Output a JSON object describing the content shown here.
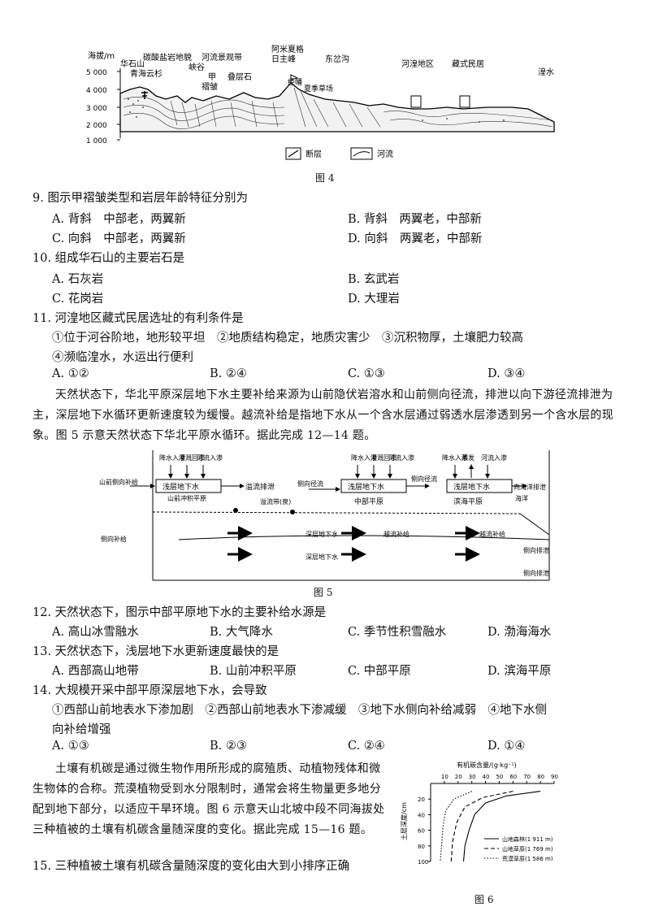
{
  "fig4": {
    "caption": "图 4",
    "axis_label": "海拔/m",
    "ticks": [
      "5 000",
      "4 000",
      "3 000",
      "2 000",
      "1 000"
    ],
    "labels": {
      "huashishan": "华石山",
      "qinghai_yunshan": "青海云杉",
      "carbonate": "碳酸盐岩地貌",
      "xiagu": "峡谷",
      "jia": "甲",
      "zhezhou": "褶皱",
      "river_view": "河流景观带",
      "dieceng": "叠层石",
      "amne": "阿米夏格",
      "rizhufeng": "日主峰",
      "jingfan": "经幡",
      "xiaji": "夏季草场",
      "dongpan": "东岔沟",
      "hehuang": "河湟地区",
      "zangshi": "藏式民居",
      "huangshui": "湟水"
    },
    "legend": {
      "fault": "断层",
      "river": "河流"
    }
  },
  "q9": {
    "stem": "9. 图示甲褶皱类型和岩层年龄特征分别为",
    "options": [
      "A. 背斜　中部老，两翼新",
      "B. 背斜　两翼老，中部新",
      "C. 向斜　中部老，两翼新",
      "D. 向斜　两翼老，中部新"
    ]
  },
  "q10": {
    "stem": "10. 组成华石山的主要岩石是",
    "options": [
      "A. 石灰岩",
      "B. 玄武岩",
      "C. 花岗岩",
      "D. 大理岩"
    ]
  },
  "q11": {
    "stem": "11. 河湟地区藏式民居选址的有利条件是",
    "line1": "①位于河谷阶地，地形较平坦　②地质结构稳定，地质灾害少　③沉积物厚，土壤肥力较高",
    "line2": "④濒临湟水，水运出行便利",
    "options": [
      "A. ①②",
      "B. ②④",
      "C. ①③",
      "D. ③④"
    ]
  },
  "passage2": "天然状态下，华北平原深层地下水主要补给来源为山前隐伏岩溶水和山前侧向径流，排泄以向下游径流排泄为主，深层地下水循环更新速度较为缓慢。越流补给是指地下水从一个含水层通过弱透水层渗透到另一个含水层的现象。图 5 示意天然状态下华北平原水循环。据此完成 12—14 题。",
  "fig5": {
    "caption": "图 5",
    "rain": "降水入渗",
    "irrigation": "灌溉回渗",
    "river": "河流入渗",
    "evap": "蒸发",
    "shallow": "浅层地下水",
    "overflow": "溢流排泄",
    "piedmont_inflow": "山前侧向补给",
    "alluvial": "山前冲积平原",
    "overflow_zone": "溢流带(泉)",
    "lateral_runoff": "侧向径流",
    "central": "中部平原",
    "coastal": "滨海平原",
    "sea_discharge": "向海洋排泄",
    "lateral_recharge": "侧向补给",
    "deep1": "深层地下水",
    "deep2": "深层地下水",
    "leakage": "越流补给",
    "lateral_discharge": "侧向排泄",
    "bottom_discharge": "侧向排泄",
    "sea": "海洋"
  },
  "q12": {
    "stem": "12. 天然状态下，图示中部平原地下水的主要补给水源是",
    "options": [
      "A. 高山冰雪融水",
      "B. 大气降水",
      "C. 季节性积雪融水",
      "D. 渤海海水"
    ]
  },
  "q13": {
    "stem": "13. 天然状态下，浅层地下水更新速度最快的是",
    "options": [
      "A. 西部高山地带",
      "B. 山前冲积平原",
      "C. 中部平原",
      "D. 滨海平原"
    ]
  },
  "q14": {
    "stem": "14. 大规模开采中部平原深层地下水，会导致",
    "line1": "①西部山前地表水下渗加剧　②西部山前地表水下渗减缓　③地下水侧向补给减弱　④地下水侧",
    "line2": "向补给增强",
    "options": [
      "A. ①③",
      "B. ②③",
      "C. ②④",
      "D. ①④"
    ]
  },
  "passage3": "土壤有机碳是通过微生物作用所形成的腐殖质、动植物残体和微生物体的合称。荒漠植物受到水分限制时，通常会将生物量更多地分配到地下部分，以适应干旱环境。图 6 示意天山北坡中段不同海拔处三种植被的土壤有机碳含量随深度的变化。据此完成 15—16 题。",
  "q15": {
    "stem": "15. 三种植被土壤有机碳含量随深度的变化由大到小排序正确"
  },
  "fig6": {
    "caption": "图 6",
    "chart_data": {
      "type": "line",
      "title": "",
      "xlabel": "有机碳含量/(g·kg⁻¹)",
      "ylabel": "土层深度/cm",
      "x_ticks": [
        "10",
        "20",
        "30",
        "40",
        "50",
        "60",
        "70",
        "80",
        "90"
      ],
      "y_ticks": [
        "20",
        "40",
        "60",
        "80",
        "100"
      ],
      "xlim": [
        0,
        90
      ],
      "ylim": [
        0,
        100
      ],
      "y_inverted": true,
      "series": [
        {
          "name": "山地森林(1 911 m)",
          "style": "solid",
          "points": [
            [
              80,
              10
            ],
            [
              55,
              16
            ],
            [
              40,
              25
            ],
            [
              32,
              40
            ],
            [
              28,
              60
            ],
            [
              25,
              80
            ],
            [
              24,
              100
            ]
          ]
        },
        {
          "name": "山地草原(1 769 m)",
          "style": "dashed",
          "points": [
            [
              60,
              10
            ],
            [
              38,
              18
            ],
            [
              25,
              30
            ],
            [
              19,
              50
            ],
            [
              16,
              75
            ],
            [
              15,
              100
            ]
          ]
        },
        {
          "name": "荒漠草原(1 586 m)",
          "style": "dotted",
          "points": [
            [
              30,
              10
            ],
            [
              17,
              20
            ],
            [
              11,
              35
            ],
            [
              9,
              55
            ],
            [
              8,
              80
            ],
            [
              7,
              100
            ]
          ]
        }
      ]
    }
  }
}
